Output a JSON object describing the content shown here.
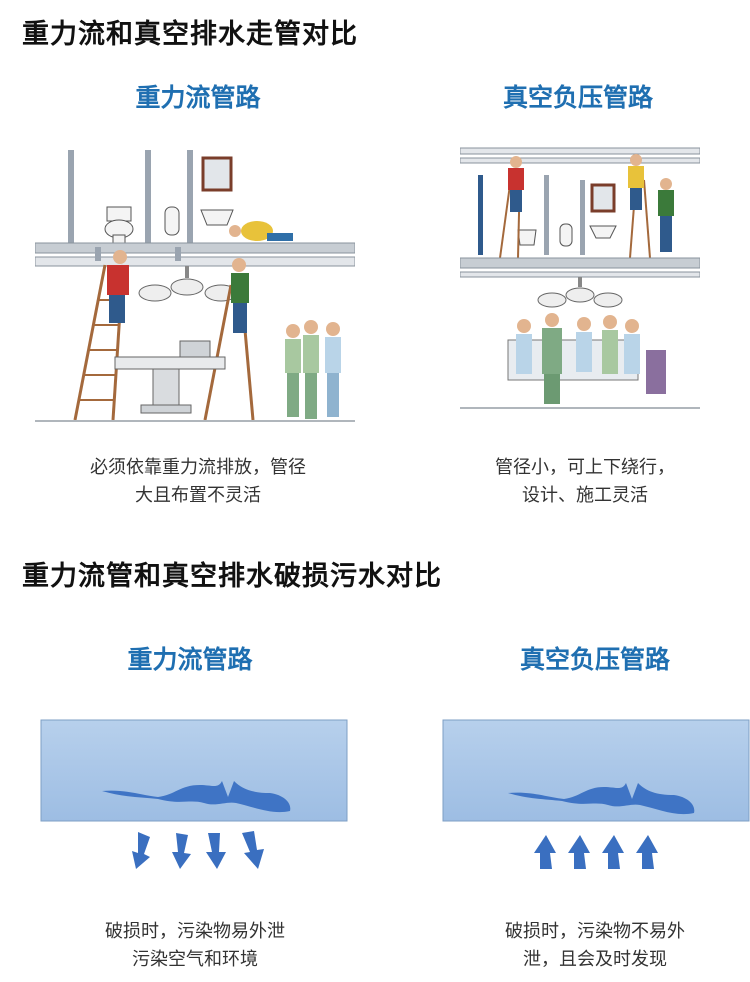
{
  "section1": {
    "title": "重力流和真空排水走管对比",
    "left": {
      "heading": "重力流管路",
      "caption_lines": [
        "必须依靠重力流排放，管径",
        "大且布置不灵活"
      ]
    },
    "right": {
      "heading": "真空负压管路",
      "caption_lines": [
        "管径小，可上下绕行，",
        "设计、施工灵活"
      ]
    }
  },
  "section2": {
    "title": "重力流管和真空排水破损污水对比",
    "left": {
      "heading": "重力流管路",
      "arrow_direction": "down",
      "caption_lines": [
        "破损时，污染物易外泄",
        "污染空气和环境"
      ]
    },
    "right": {
      "heading": "真空负压管路",
      "arrow_direction": "up",
      "caption_lines": [
        "破损时，污染物不易外",
        "泄，且会及时发现"
      ]
    }
  },
  "colors": {
    "heading_blue": "#1f6fb1",
    "panel_blue": "#a9c7e8",
    "water_blue": "#3f74c5",
    "arrow_blue": "#3a6fc0"
  }
}
